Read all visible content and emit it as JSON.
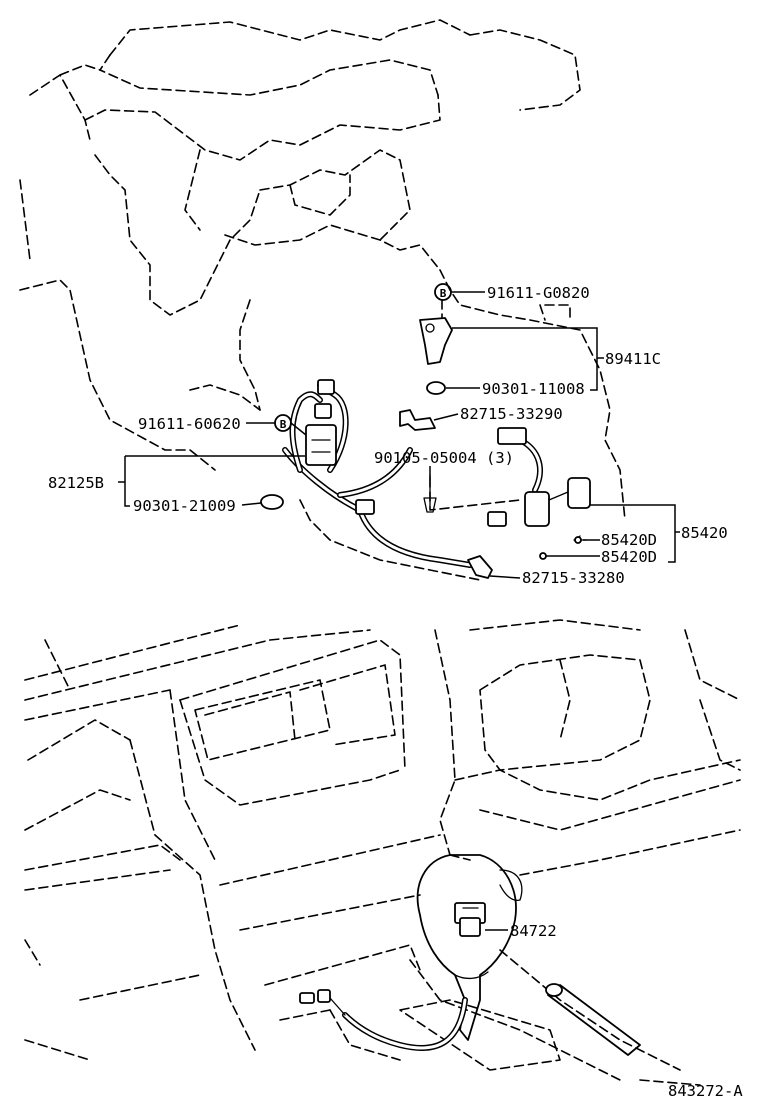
{
  "diagram": {
    "parts": {
      "p91611_g0820": "91611-G0820",
      "p89411c": "89411C",
      "p90301_11008": "90301-11008",
      "p82715_33290": "82715-33290",
      "p91611_60620": "91611-60620",
      "p90105_05004": "90105-05004 (3)",
      "p82125b": "82125B",
      "p90301_21009": "90301-21009",
      "p85420d_a": "85420D",
      "p85420d_b": "85420D",
      "p85420": "85420",
      "p82715_33280": "82715-33280",
      "p84722": "84722"
    },
    "callout_b": "B",
    "reference": "843272-A"
  }
}
